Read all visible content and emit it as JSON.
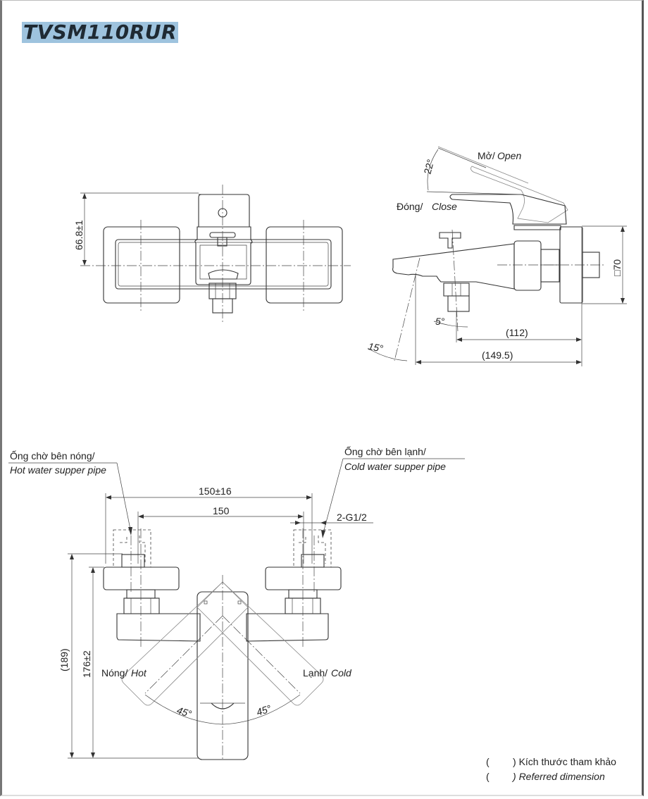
{
  "title": "TVSM110RUR",
  "front_view": {
    "height_dim": "66.8±1"
  },
  "side_view": {
    "open_label_vi": "Mở/",
    "open_label_en": "Open",
    "close_label_vi": "Đóng/",
    "close_label_en": "Close",
    "lever_angle": "22°",
    "spout_angle": "15°",
    "outlet_angle": "5°",
    "square_dim": "□70",
    "dim_112": "(112)",
    "dim_149_5": "(149.5)"
  },
  "bottom_view": {
    "hot_pipe_vi": "Ống chờ bên nóng/",
    "hot_pipe_en": "Hot water supper pipe",
    "cold_pipe_vi": "Ống chờ bên lạnh/",
    "cold_pipe_en": "Cold water supper pipe",
    "dim_150_16": "150±16",
    "dim_150": "150",
    "thread": "2-G1/2",
    "dim_189": "(189)",
    "dim_176": "176±2",
    "hot_label_vi": "Nóng/",
    "hot_label_en": "Hot",
    "cold_label_vi": "Lạnh/",
    "cold_label_en": "Cold",
    "angle_left": "45°",
    "angle_right": "45°"
  },
  "legend": {
    "row1_paren": "(",
    "row1_close": ")",
    "row1_text": "Kích thước tham khảo",
    "row2_paren": "(",
    "row2_close": ")",
    "row2_text": "Referred dimension"
  }
}
